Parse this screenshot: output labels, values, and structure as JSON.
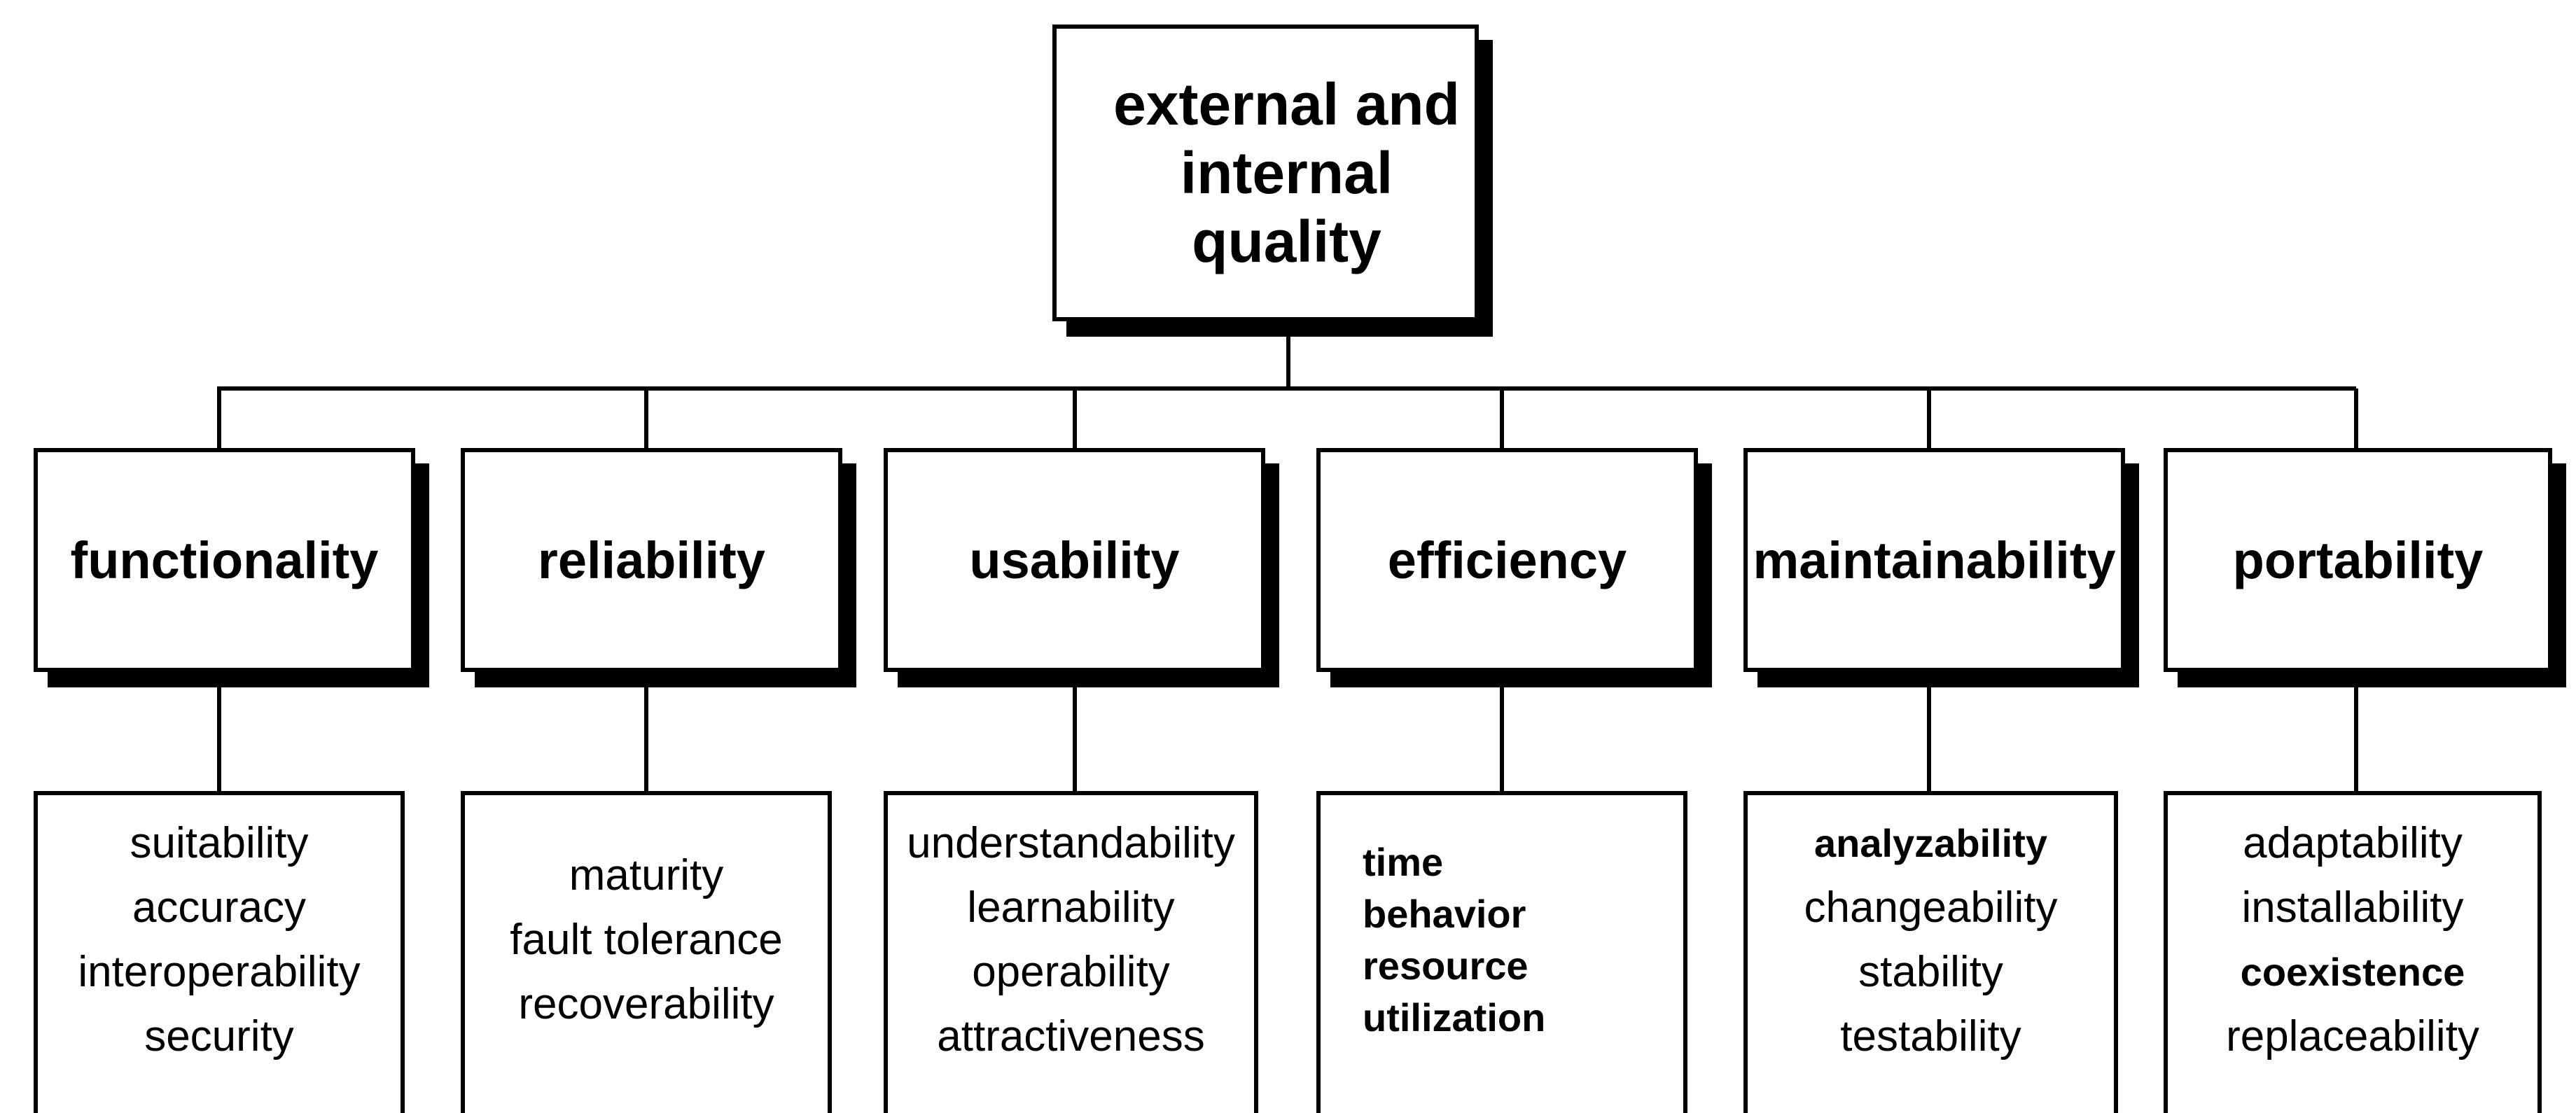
{
  "root": {
    "lines": [
      "external and",
      "internal",
      "quality"
    ]
  },
  "categories": [
    {
      "label": "functionality",
      "subcharacteristics": [
        "suitability",
        "accuracy",
        "interoperability",
        "security"
      ]
    },
    {
      "label": "reliability",
      "subcharacteristics": [
        "maturity",
        "fault tolerance",
        "recoverability"
      ]
    },
    {
      "label": "usability",
      "subcharacteristics": [
        "understandability",
        "learnability",
        "operability",
        "attractiveness"
      ]
    },
    {
      "label": "efficiency",
      "subcharacteristics": [
        "time",
        "behavior",
        "resource",
        "utilization"
      ]
    },
    {
      "label": "maintainability",
      "subcharacteristics": [
        "analyzability",
        "changeability",
        "stability",
        "testability"
      ]
    },
    {
      "label": "portability",
      "subcharacteristics": [
        "adaptability",
        "installability",
        "coexistence",
        "replaceability"
      ]
    }
  ]
}
